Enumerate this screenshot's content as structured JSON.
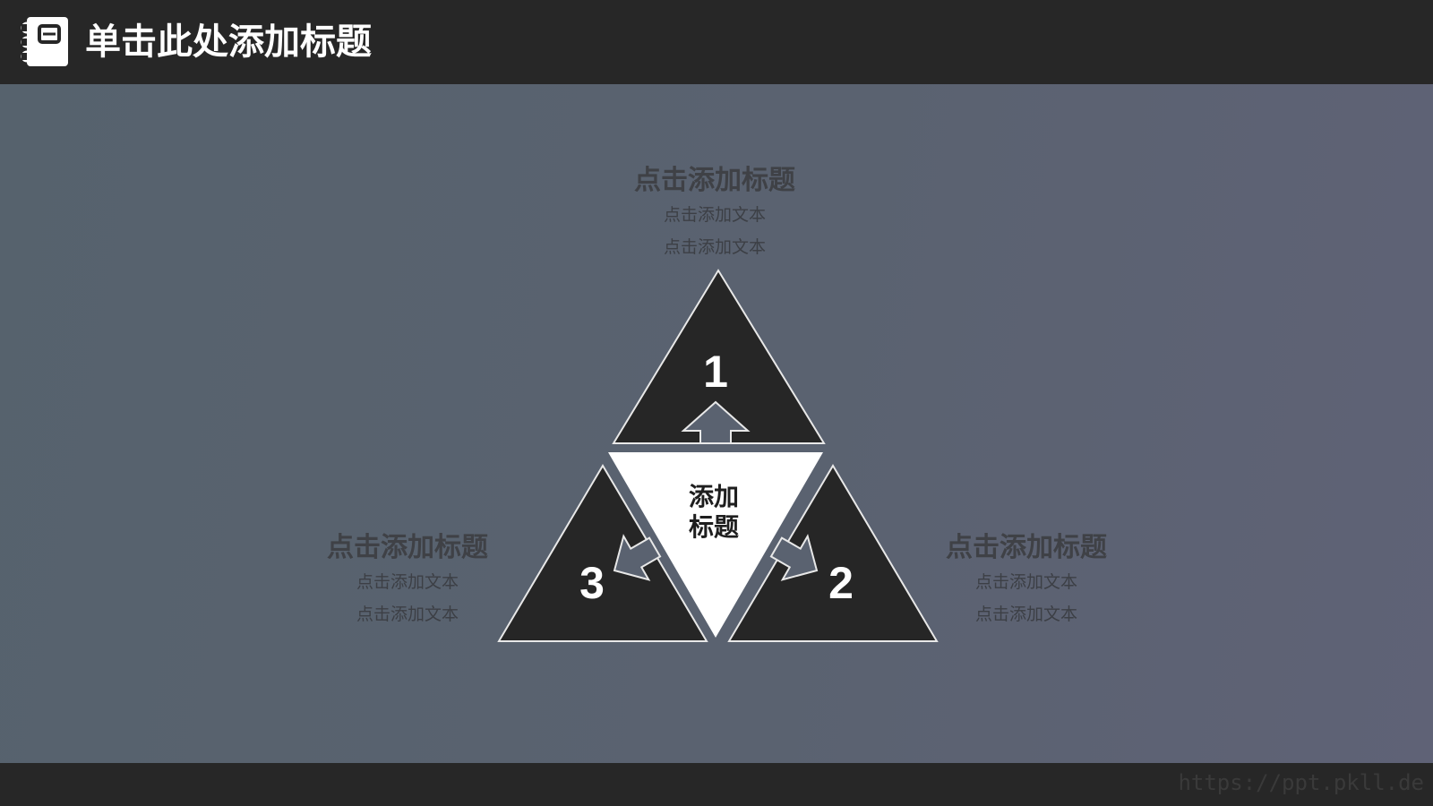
{
  "header": {
    "title": "单击此处添加标题",
    "icon": "notebook-icon"
  },
  "footer": {
    "watermark": "https://ppt.pkll.de"
  },
  "diagram": {
    "center": {
      "line1": "添加",
      "line2": "标题"
    },
    "steps": [
      {
        "number": "1",
        "heading": "点击添加标题",
        "lines": [
          "点击添加文本",
          "点击添加文本"
        ]
      },
      {
        "number": "2",
        "heading": "点击添加标题",
        "lines": [
          "点击添加文本",
          "点击添加文本"
        ]
      },
      {
        "number": "3",
        "heading": "点击添加标题",
        "lines": [
          "点击添加文本",
          "点击添加文本"
        ]
      }
    ]
  },
  "colors": {
    "bar": "#272727",
    "background": "#5a6270",
    "triangle_dark": "#262626",
    "triangle_light": "#ffffff",
    "muted_text": "#3f4146"
  }
}
